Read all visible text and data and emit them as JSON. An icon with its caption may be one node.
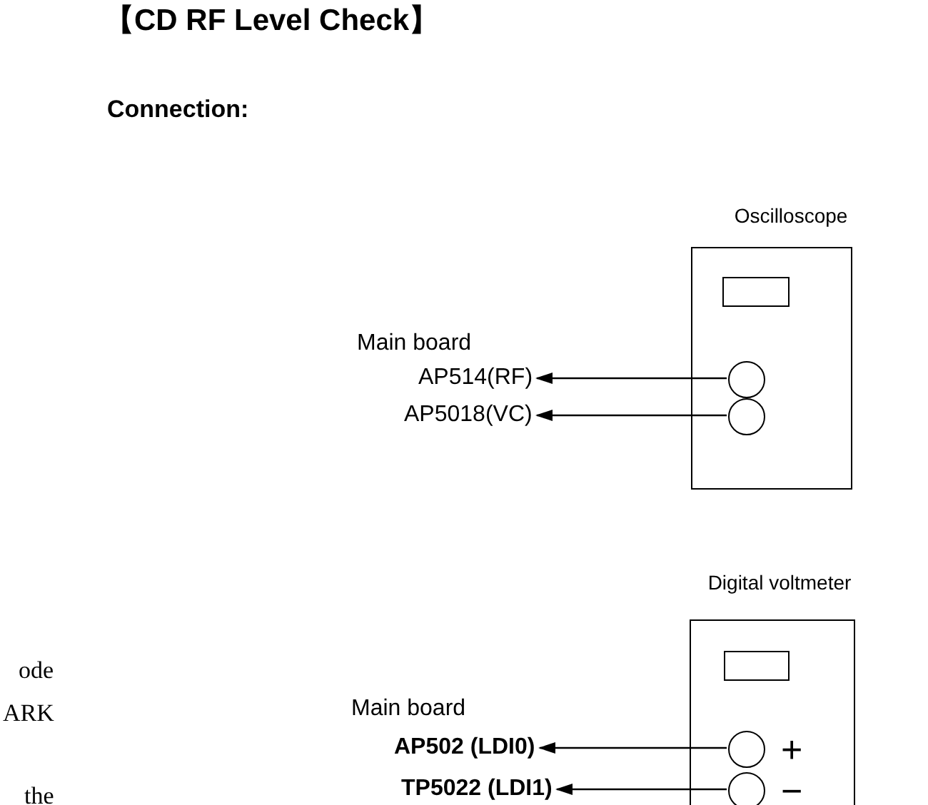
{
  "diagram": {
    "title": "【CD RF Level Check】",
    "nodes": [
      {
        "text": [
          "Oscilloscope"
        ]
      },
      {
        "text": [],
        "shape": "circle",
        "in": 0
      },
      {
        "text": [],
        "shape": "circle",
        "in": 0
      },
      {
        "text": [
          "AP514(RF)"
        ]
      },
      {
        "text": [
          "AP5018(VC)"
        ]
      },
      {
        "text": [
          "Digital voltmeter"
        ]
      },
      {
        "text": [],
        "shape": "circle",
        "in": 5,
        "beside": [
          "+"
        ]
      },
      {
        "text": [],
        "shape": "circle",
        "in": 5,
        "beside": [
          "−"
        ]
      },
      {
        "text": [
          "AP502 (LDI0)"
        ]
      },
      {
        "text": [
          "TP5022 (LDI1)"
        ]
      }
    ],
    "edges": [
      {
        "from": 1,
        "to": 3,
        "arrow": "to"
      },
      {
        "from": 2,
        "to": 4,
        "arrow": "to"
      },
      {
        "from": 6,
        "to": 8,
        "arrow": "to"
      },
      {
        "from": 7,
        "to": 9,
        "arrow": "to"
      }
    ],
    "labels": [
      "Connection:",
      "Main board",
      "Main board",
      "ode",
      "ARK",
      "the"
    ]
  }
}
